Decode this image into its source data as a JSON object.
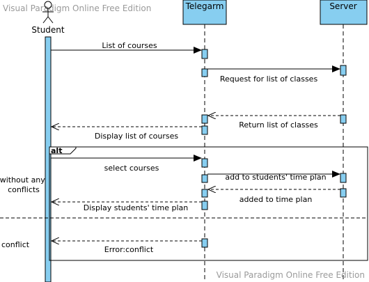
{
  "watermark": "Visual Paradigm Online Free Edition",
  "colors": {
    "activation": "#87cef0",
    "header": "#87cef0",
    "line": "#000000",
    "watermark": "#9a9a9a"
  },
  "actor": {
    "name": "Student",
    "icon": "stick-figure-icon"
  },
  "lifelines": {
    "telegram": "Telegarm",
    "server": "Server"
  },
  "messages": {
    "m1": "List of courses",
    "m2": "Request for list of classes",
    "m3": "Return list of classes",
    "m4": "Display list of courses",
    "m5": "select courses",
    "m6": "add to students' time plan",
    "m7": "added to time plan",
    "m8": "Display students' time plan",
    "m9": "Error:conflict"
  },
  "alt": {
    "tag": "alt",
    "guard1": [
      "without any",
      "conflicts"
    ],
    "guard2": "conflict"
  }
}
